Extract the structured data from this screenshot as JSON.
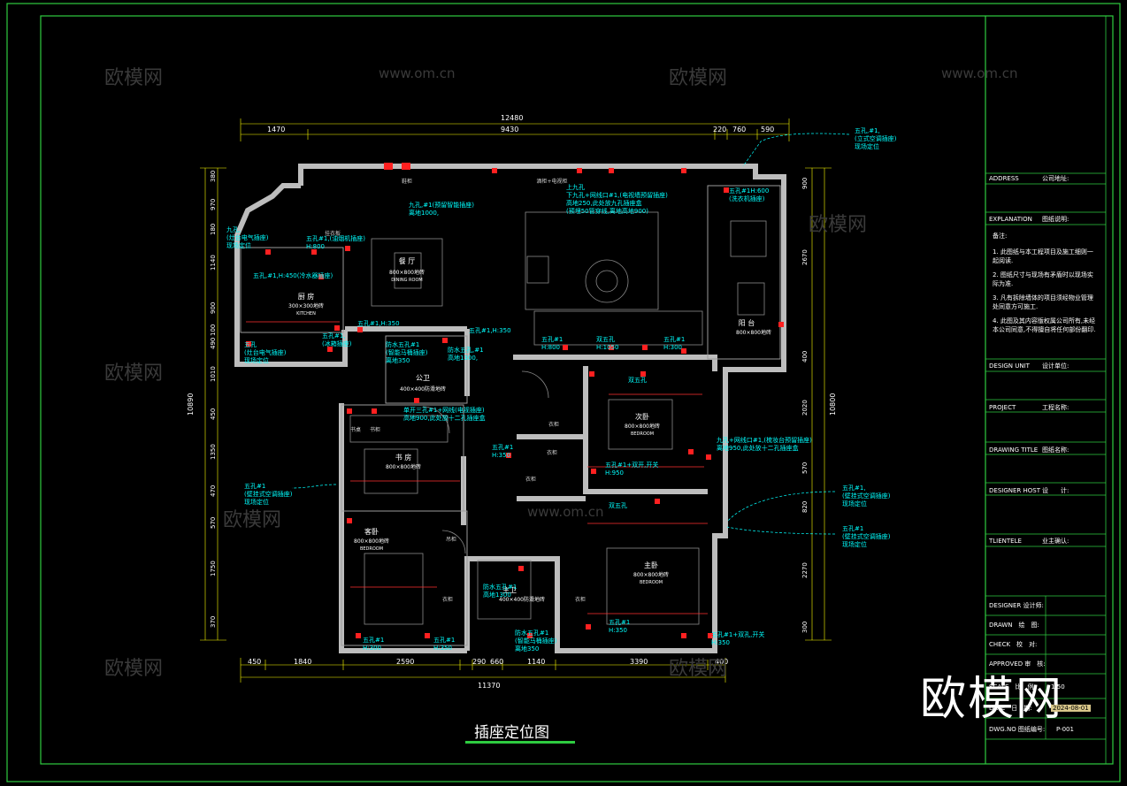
{
  "drawing": {
    "title": "插座定位图",
    "brand": "欧模网",
    "watermark": "欧模网",
    "watermark_url": "www.om.cn"
  },
  "colors": {
    "frame": "#2ecc40",
    "wall": "#bdbdbd",
    "dimension": "#ffff00",
    "annotation": "#00ffff",
    "socket": "#ff2020",
    "room_label": "#ffffff",
    "furniture": "#8a8a8a"
  },
  "dimensions": {
    "overall_top": "12480",
    "top_segments": [
      "1470",
      "9430",
      "220",
      "760",
      "590"
    ],
    "overall_bottom": "11370",
    "bottom_segments": [
      "450",
      "1840",
      "2590",
      "290",
      "660",
      "1140",
      "3390",
      "400"
    ],
    "left_overall": "10890",
    "left_segments": [
      "380",
      "970",
      "180",
      "1140",
      "900",
      "100",
      "490",
      "1010",
      "450",
      "1350",
      "470",
      "570",
      "1750",
      "370"
    ],
    "right_overall": "10800",
    "right_segments": [
      "900",
      "2670",
      "400",
      "2020",
      "570",
      "820",
      "2270",
      "300"
    ]
  },
  "rooms": [
    {
      "name": "餐 厅",
      "tile": "800×800地砖",
      "en": "DINING ROOM"
    },
    {
      "name": "厨 房",
      "tile": "300×300地砖",
      "en": "KITCHEN"
    },
    {
      "name": "公卫",
      "tile": "400×400防滑地砖",
      "en": ""
    },
    {
      "name": "书 房",
      "tile": "800×800地砖",
      "en": ""
    },
    {
      "name": "客卧",
      "tile": "800×800地砖",
      "en": "BEDROOM"
    },
    {
      "name": "次卧",
      "tile": "800×800地砖",
      "en": "BEDROOM"
    },
    {
      "name": "主卧",
      "tile": "800×800地砖",
      "en": "BEDROOM"
    },
    {
      "name": "主卫",
      "tile": "400×400防滑地砖",
      "en": ""
    },
    {
      "name": "阳 台",
      "tile": "800×800地砖",
      "en": ""
    }
  ],
  "furniture_labels": [
    "鞋柜",
    "挂衣板",
    "酒柜+电视柜",
    "书柜",
    "衣柜",
    "吊柜",
    "衣柜",
    "衣柜",
    "衣柜",
    "衣柜",
    "书桌"
  ],
  "annotations": [
    "五孔,#1,\n(立式空调插座)\n现场定位",
    "九孔,#1(预留智能插座)\n离地1000,",
    "上九孔\n下九孔+网线口#1,(电视墙预留插座)\n高地250,此处放九孔插座盒\n(预埋50管穿线,离地高地900)",
    "五孔#1H:600\n(洗衣机插座)",
    "九孔,\n(灶台电气插座)\n现场定位",
    "五孔#1,(油烟机插座)\nH:800",
    "五孔,#1,H:450(冷水器插座)",
    "五孔#1,H:350",
    "五孔#1,\n(冰箱插座)",
    "五孔\n(灶台电气插座)\n现场定位",
    "防水五孔#1\n(智能马桶插座)\n离地350",
    "五孔#1,H:350",
    "防水五孔,#1\n高地1300,",
    "单开三孔#1+网线(电视插座)\n高地900,此处放十二孔插座盒",
    "五孔#1\nH:800",
    "双五孔\nH:1050",
    "五孔#1\nH:300",
    "双五孔",
    "九孔+网线口#1,(梳妆台预留插座)\n离地950,此处放十二孔插座盒",
    "五孔#1\nH:350",
    "五孔#1+双开,开关\nH:950",
    "五孔#1\n(壁挂式空调插座)\n现场定位",
    "五孔#1,\n(壁挂式空调插座)\n现场定位",
    "五孔#1\n(壁挂式空调插座)\n现场定位",
    "双五孔",
    "防水五孔#1\n高地1300",
    "五孔#1\nH:350",
    "五孔#1\nH:350",
    "防水五孔#1\n(智能马桶插座)\n离地350",
    "五孔#1+双孔,开关\nH:350",
    "五孔#1\nH:300"
  ],
  "title_block": {
    "rows": [
      {
        "label": "ADDRESS",
        "value": "公司地址:"
      },
      {
        "label": "EXPLANATION",
        "value": "图纸说明:"
      },
      {
        "label": "DESIGN UNIT",
        "value": "设计单位:"
      },
      {
        "label": "PROJECT",
        "value": "工程名称:"
      },
      {
        "label": "DRAWING TITLE",
        "value": "图纸名称:"
      },
      {
        "label": "DESIGNER HOST",
        "value": "设　　计:"
      },
      {
        "label": "TLIENTELE",
        "value": "业主确认:"
      },
      {
        "label": "DESIGNER 设计师:",
        "value": ""
      },
      {
        "label": "DRAWN　绘　图:",
        "value": ""
      },
      {
        "label": "CHECK　校　对:",
        "value": ""
      },
      {
        "label": "APPROVED 审　核:",
        "value": ""
      },
      {
        "label": "SCALE　比　例:",
        "value": "1:50"
      },
      {
        "label": "DATE　日　期:",
        "value": "2024-08-01"
      },
      {
        "label": "DWG.NO 图纸编号:",
        "value": "P-001"
      }
    ],
    "notes_title": "备注:",
    "notes": [
      "1. 此图纸与本工程项目及施工细则一起阅读.",
      "2. 图纸尺寸与现场有矛盾时以现场实际为准.",
      "3. 凡有拆除墙体的项目须经物业管理处同意方可施工.",
      "4. 此图及其内容版权属公司所有,未经本公司同意,不得擅自将任何部份翻印."
    ]
  }
}
